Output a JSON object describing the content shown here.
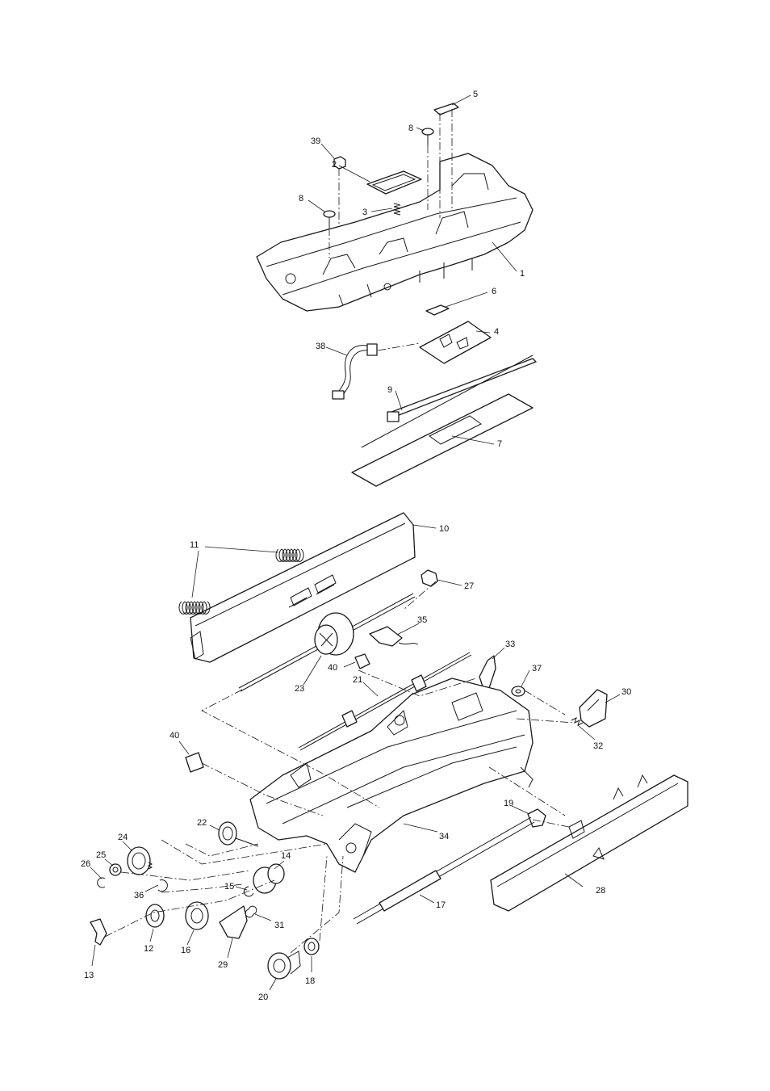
{
  "callouts": [
    {
      "id": "5",
      "text": "5"
    },
    {
      "id": "8a",
      "text": "8"
    },
    {
      "id": "39",
      "text": "39"
    },
    {
      "id": "2",
      "text": "2"
    },
    {
      "id": "8b",
      "text": "8"
    },
    {
      "id": "3",
      "text": "3"
    },
    {
      "id": "1",
      "text": "1"
    },
    {
      "id": "6",
      "text": "6"
    },
    {
      "id": "4",
      "text": "4"
    },
    {
      "id": "38",
      "text": "38"
    },
    {
      "id": "9",
      "text": "9"
    },
    {
      "id": "7",
      "text": "7"
    },
    {
      "id": "10",
      "text": "10"
    },
    {
      "id": "11",
      "text": "11"
    },
    {
      "id": "27",
      "text": "27"
    },
    {
      "id": "35",
      "text": "35"
    },
    {
      "id": "33",
      "text": "33"
    },
    {
      "id": "40a",
      "text": "40"
    },
    {
      "id": "37",
      "text": "37"
    },
    {
      "id": "23",
      "text": "23"
    },
    {
      "id": "21",
      "text": "21"
    },
    {
      "id": "30",
      "text": "30"
    },
    {
      "id": "32",
      "text": "32"
    },
    {
      "id": "40b",
      "text": "40"
    },
    {
      "id": "22",
      "text": "22"
    },
    {
      "id": "19",
      "text": "19"
    },
    {
      "id": "24",
      "text": "24"
    },
    {
      "id": "34",
      "text": "34"
    },
    {
      "id": "25",
      "text": "25"
    },
    {
      "id": "26",
      "text": "26"
    },
    {
      "id": "14",
      "text": "14"
    },
    {
      "id": "36",
      "text": "36"
    },
    {
      "id": "15",
      "text": "15"
    },
    {
      "id": "28",
      "text": "28"
    },
    {
      "id": "17",
      "text": "17"
    },
    {
      "id": "31",
      "text": "31"
    },
    {
      "id": "12",
      "text": "12"
    },
    {
      "id": "16",
      "text": "16"
    },
    {
      "id": "13",
      "text": "13"
    },
    {
      "id": "29",
      "text": "29"
    },
    {
      "id": "18",
      "text": "18"
    },
    {
      "id": "20",
      "text": "20"
    }
  ]
}
